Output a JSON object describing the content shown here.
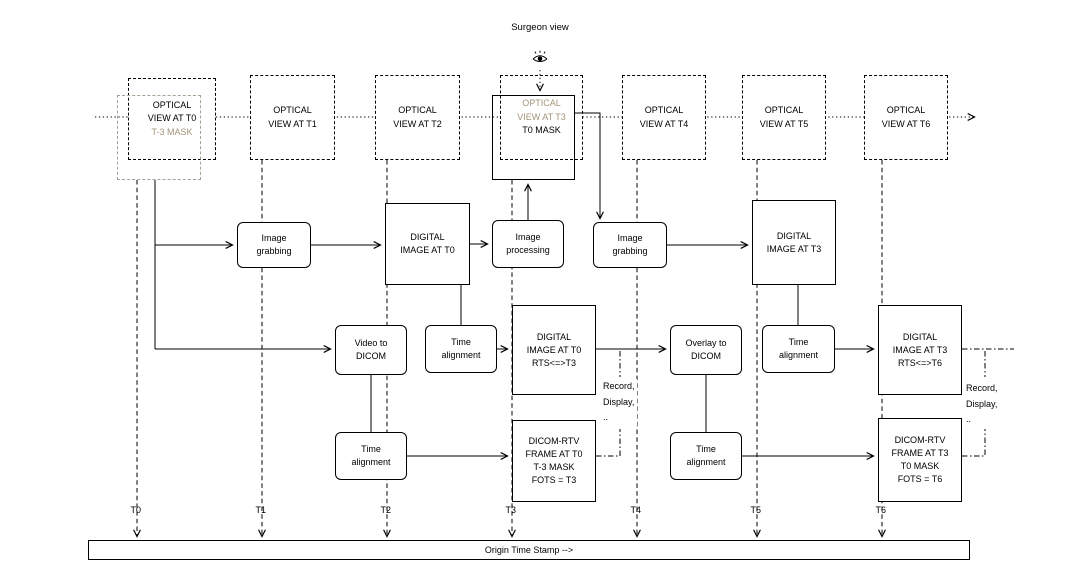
{
  "surgeon_view": {
    "label": "Surgeon view"
  },
  "optical_views": [
    {
      "label": "OPTICAL\nVIEW AT T0",
      "mask": "T-3 MASK"
    },
    {
      "label": "OPTICAL\nVIEW AT T1"
    },
    {
      "label": "OPTICAL\nVIEW AT T2"
    },
    {
      "label": "OPTICAL\nVIEW AT T3",
      "mask": "T0 MASK"
    },
    {
      "label": "OPTICAL\nVIEW AT T4"
    },
    {
      "label": "OPTICAL\nVIEW AT T5"
    },
    {
      "label": "OPTICAL\nVIEW AT T6"
    }
  ],
  "pipeline": {
    "image_grabbing_1": "Image\ngrabbing",
    "digital_image_t0": "DIGITAL\nIMAGE AT T0",
    "image_processing": "Image\nprocessing",
    "image_grabbing_2": "Image\ngrabbing",
    "digital_image_t3": "DIGITAL\nIMAGE AT T3",
    "video_to_dicom": "Video to\nDICOM",
    "time_alignment_1": "Time\nalignment",
    "digital_image_t0_rts": "DIGITAL\nIMAGE AT T0\nRTS<=>T3",
    "overlay_to_dicom": "Overlay to\nDICOM",
    "time_alignment_3": "Time\nalignment",
    "digital_image_t3_rts": "DIGITAL\nIMAGE AT T3\nRTS<=>T6",
    "time_alignment_2": "Time\nalignment",
    "dicom_rtv_frame_t0": "DICOM-RTV\nFRAME AT T0\nT-3 MASK\nFOTS = T3",
    "time_alignment_4": "Time\nalignment",
    "dicom_rtv_frame_t3": "DICOM-RTV\nFRAME AT T3\nT0 MASK\nFOTS = T6"
  },
  "annotations": {
    "record_display_left": "Record,\nDisplay,\n..",
    "record_display_right": "Record,\nDisplay,\n.."
  },
  "time_ticks": [
    "T0",
    "T1",
    "T2",
    "T3",
    "T4",
    "T5",
    "T6"
  ],
  "origin_time_stamp": {
    "label": "Origin Time Stamp -->"
  },
  "colors": {
    "muted_text": "#a39478",
    "muted_border": "#a7a093"
  }
}
